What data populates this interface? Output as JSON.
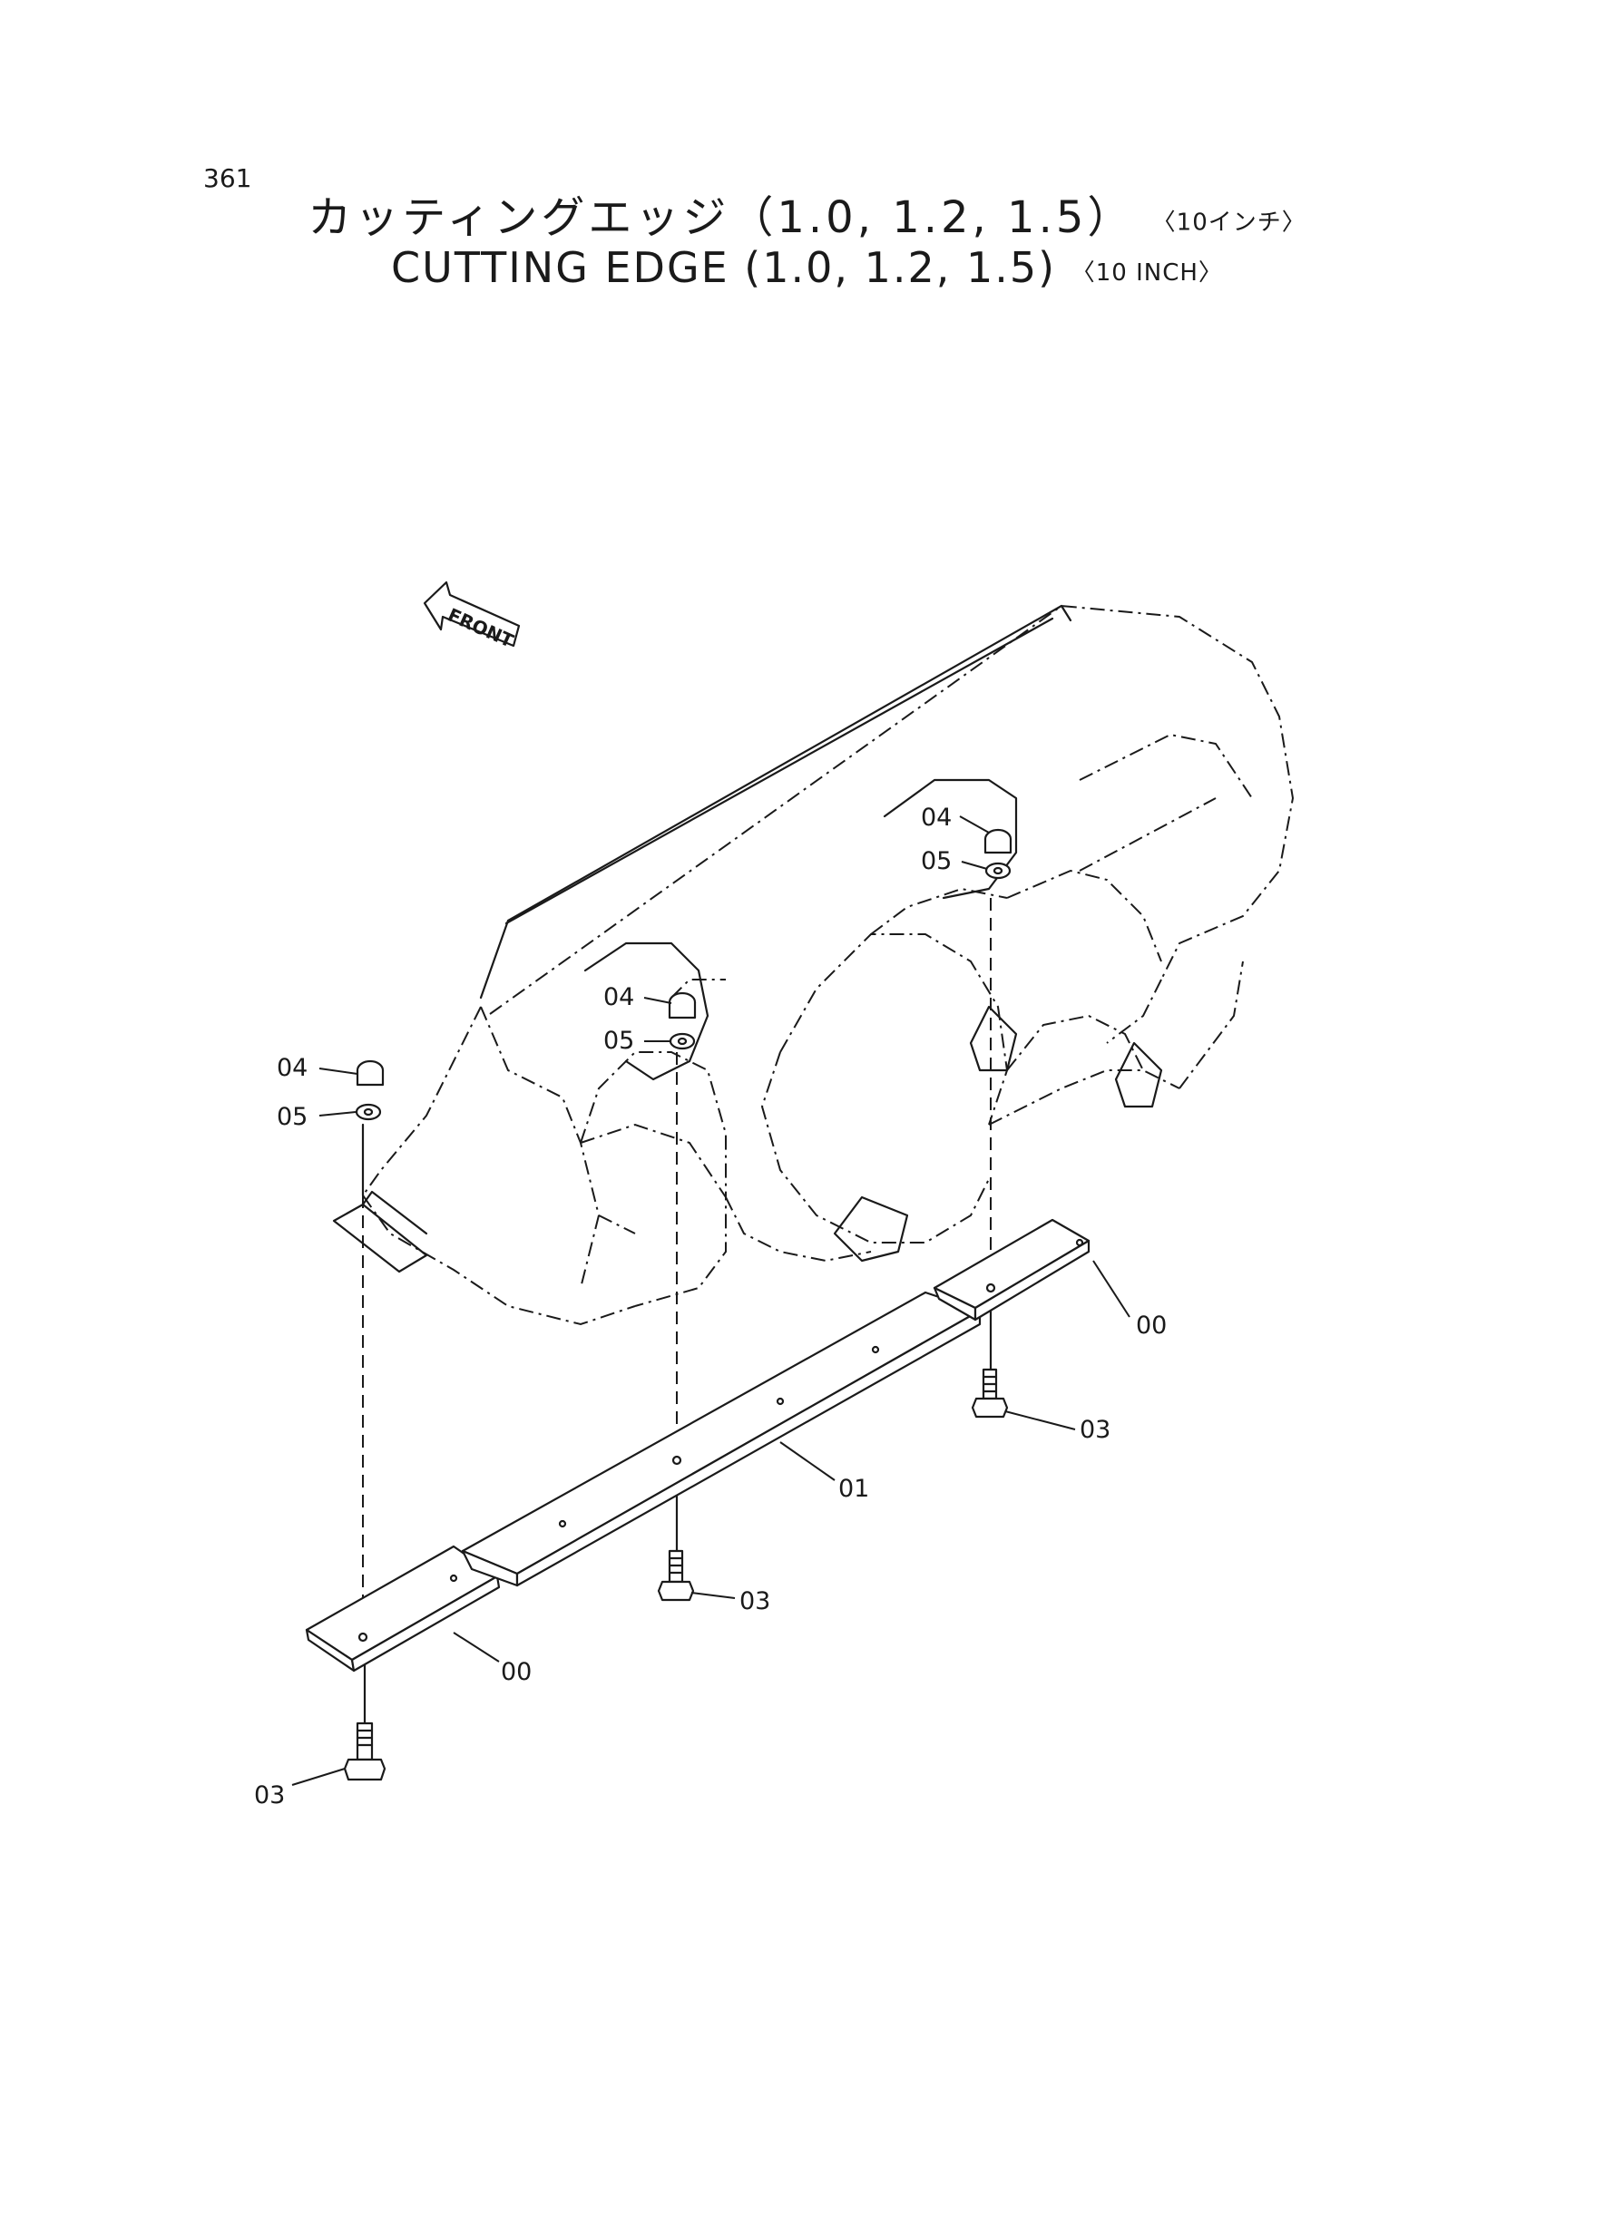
{
  "page_number": "361",
  "title_jp": "カッティングエッジ（1.0, 1.2, 1.5）",
  "title_jp_size": "〈10インチ〉",
  "title_en": "CUTTING  EDGE  (1.0,  1.2,  1.5)",
  "title_en_size": "〈10  INCH〉",
  "front_label": "FRONT",
  "callouts": {
    "c04_top": "04",
    "c05_top": "05",
    "c04_mid": "04",
    "c05_mid": "05",
    "c04_left": "04",
    "c05_left": "05",
    "c00_right": "00",
    "c03_right": "03",
    "c01": "01",
    "c03_mid": "03",
    "c00_left": "00",
    "c03_left": "03"
  }
}
